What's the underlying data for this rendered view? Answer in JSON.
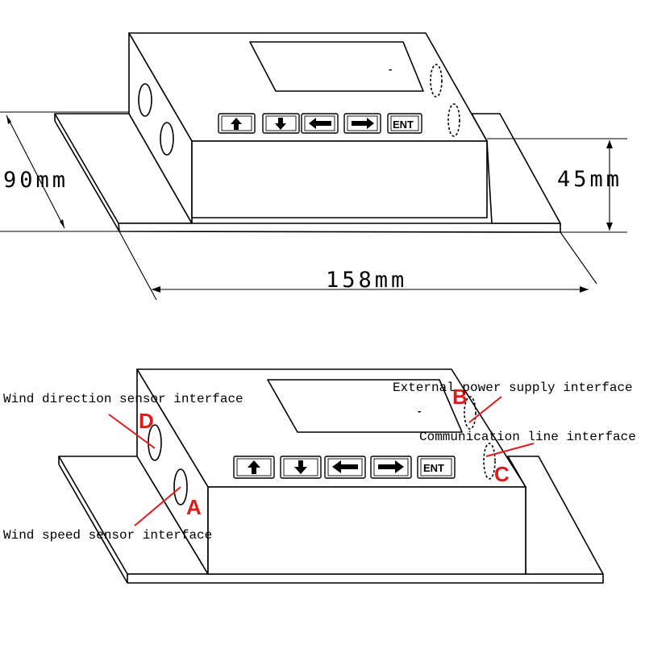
{
  "dimensions": {
    "depth": "90mm",
    "height": "45mm",
    "length": "158mm"
  },
  "keys": {
    "up": "up-arrow",
    "down": "down-arrow",
    "left": "left-arrow",
    "right": "right-arrow",
    "enter": "ENT"
  },
  "display_mark": "-",
  "interfaces": {
    "A": {
      "letter": "A",
      "label": "Wind speed sensor interface"
    },
    "B": {
      "letter": "B",
      "label": "External power supply interface"
    },
    "C": {
      "letter": "C",
      "label": "Communication line interface"
    },
    "D": {
      "letter": "D",
      "label": "Wind direction sensor interface"
    }
  },
  "colors": {
    "line": "#000000",
    "annotation": "#e01b1b",
    "background": "#ffffff"
  }
}
